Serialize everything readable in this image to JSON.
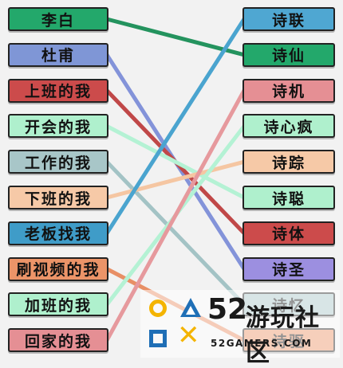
{
  "game": {
    "left_items": [
      {
        "label": "李白",
        "color": "#23a86b"
      },
      {
        "label": "杜甫",
        "color": "#7f96d6"
      },
      {
        "label": "上班的我",
        "color": "#cc4b4b"
      },
      {
        "label": "开会的我",
        "color": "#aff0cd"
      },
      {
        "label": "工作的我",
        "color": "#a8c6c8"
      },
      {
        "label": "下班的我",
        "color": "#f6c9a7"
      },
      {
        "label": "老板找我",
        "color": "#3f9cc8"
      },
      {
        "label": "刷视频的我",
        "color": "#ec9468"
      },
      {
        "label": "加班的我",
        "color": "#aff0cd"
      },
      {
        "label": "回家的我",
        "color": "#e58f94"
      }
    ],
    "right_items": [
      {
        "label": "诗联",
        "color": "#4fa7d2"
      },
      {
        "label": "诗仙",
        "color": "#23a86b"
      },
      {
        "label": "诗机",
        "color": "#e58f94"
      },
      {
        "label": "诗心疯",
        "color": "#aff0cd"
      },
      {
        "label": "诗踪",
        "color": "#f6c9a7"
      },
      {
        "label": "诗聪",
        "color": "#aff0cd"
      },
      {
        "label": "诗体",
        "color": "#cc4b4b"
      },
      {
        "label": "诗圣",
        "color": "#9c8fe0"
      },
      {
        "label": "诗忆",
        "color": "#a8c6c8"
      },
      {
        "label": "诗驱",
        "color": "#ec9468"
      }
    ],
    "connections": [
      {
        "from": 0,
        "to": 1,
        "color": "#24935e"
      },
      {
        "from": 1,
        "to": 7,
        "color": "#8393d9"
      },
      {
        "from": 2,
        "to": 6,
        "color": "#c04848"
      },
      {
        "from": 3,
        "to": 5,
        "color": "#b4f2d4"
      },
      {
        "from": 4,
        "to": 8,
        "color": "#a3c3c5"
      },
      {
        "from": 5,
        "to": 4,
        "color": "#f5c6a2"
      },
      {
        "from": 6,
        "to": 0,
        "color": "#4aa4cf"
      },
      {
        "from": 7,
        "to": 9,
        "color": "#e88f65"
      },
      {
        "from": 8,
        "to": 3,
        "color": "#b4f2d4"
      },
      {
        "from": 9,
        "to": 2,
        "color": "#e6999d"
      }
    ]
  },
  "watermark": {
    "number": "52",
    "brand": "游玩社区",
    "domain": "52GAMERS.COM",
    "yellow": "#f4b400",
    "blue": "#1f6fb6"
  }
}
